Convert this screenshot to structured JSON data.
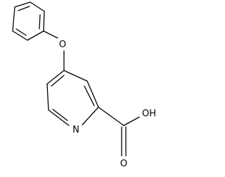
{
  "molecule": {
    "atoms": {
      "ether_oxygen": "O",
      "ring_nitrogen": "N",
      "hydroxyl": "OH",
      "carbonyl_oxygen": "O"
    },
    "colors": {
      "bond": "#000000",
      "label": "#000000",
      "background": "#ffffff"
    }
  }
}
